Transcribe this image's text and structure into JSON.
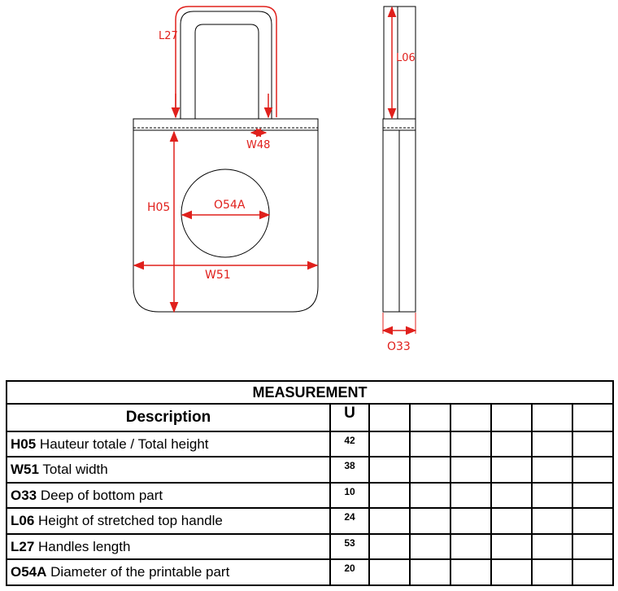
{
  "diagram": {
    "labels": {
      "L27": "L27",
      "L06": "L06",
      "W48": "W48",
      "H05": "H05",
      "O54A": "O54A",
      "W51": "W51",
      "O33": "O33"
    },
    "line_color": "#000000",
    "dimension_color": "#e0201c"
  },
  "table": {
    "title": "MEASUREMENT",
    "header_description": "Description",
    "header_size": "U",
    "rows": [
      {
        "code": "H05",
        "text": " Hauteur totale / Total height",
        "value": "42"
      },
      {
        "code": "W51",
        "text": " Total width",
        "value": "38"
      },
      {
        "code": "O33",
        "text": " Deep of bottom part",
        "value": "10"
      },
      {
        "code": "L06",
        "text": " Height of stretched top handle",
        "value": "24"
      },
      {
        "code": "L27",
        "text": " Handles length",
        "value": "53"
      },
      {
        "code": "O54A",
        "text": " Diameter of the printable part",
        "value": "20"
      }
    ]
  }
}
